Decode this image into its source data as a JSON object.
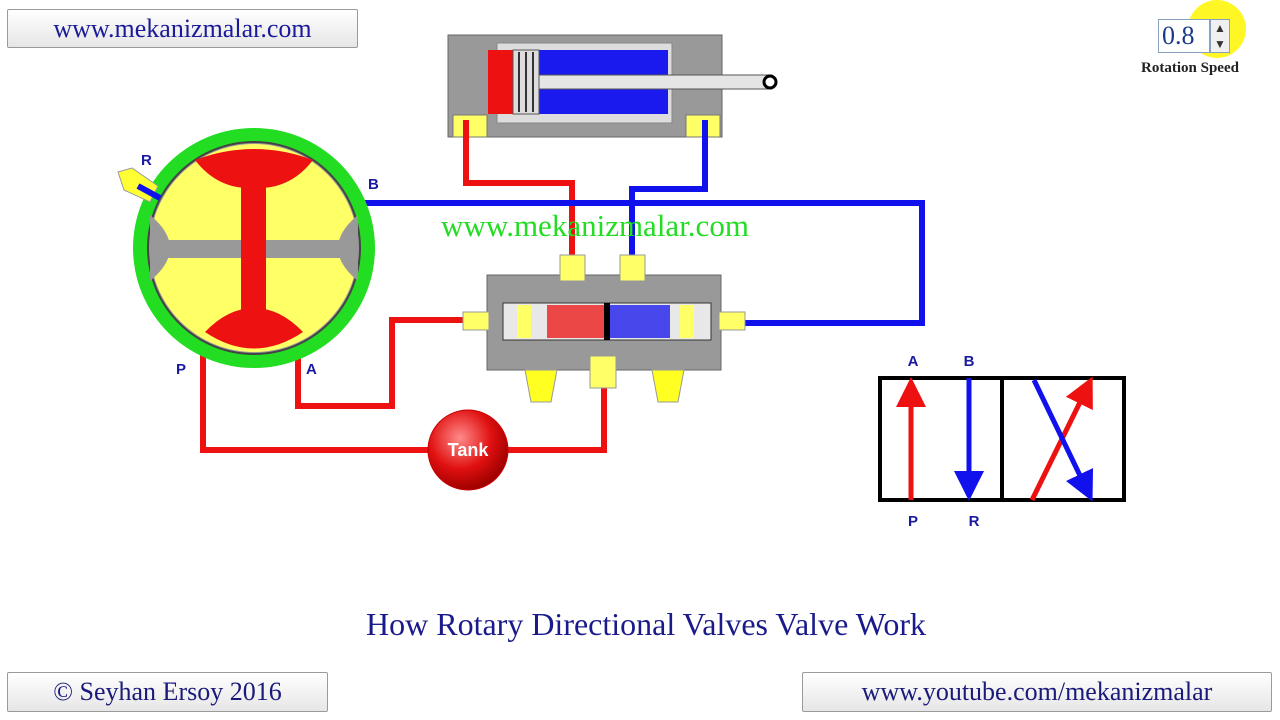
{
  "header": {
    "site_link": "www.mekanizmalar.com"
  },
  "controls": {
    "rotation_speed_value": "0.8",
    "rotation_speed_label": "Rotation Speed",
    "spinner_up": "▲",
    "spinner_down": "▼"
  },
  "diagram": {
    "watermark": "www.mekanizmalar.com",
    "valve_ports": {
      "r": "R",
      "b": "B",
      "p": "P",
      "a": "A"
    },
    "tank_label": "Tank",
    "symbol_ports": {
      "a": "A",
      "b": "B",
      "p": "P",
      "r": "R"
    },
    "colors": {
      "pressure": "#ff0000",
      "return": "#0000ff",
      "rotor": "#ffff66",
      "housing": "#22dd22",
      "body": "#999999"
    }
  },
  "footer": {
    "title": "How Rotary Directional Valves Valve Work",
    "copyright": "© Seyhan Ersoy 2016",
    "youtube": "www.youtube.com/mekanizmalar"
  }
}
